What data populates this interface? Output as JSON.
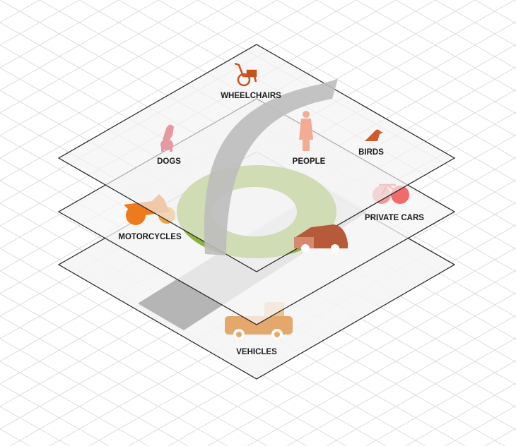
{
  "labels": {
    "wheelchairs": "WHEELCHAIRS",
    "dogs": "DOGS",
    "people": "PEOPLE",
    "birds": "BIRDS",
    "motorcycles": "MOTORCYCLES",
    "private_cars": "PRIVATE CARS",
    "vehicles": "VEHICLES"
  },
  "colors": {
    "green_ring": "#8db23f",
    "road": "#b5b5b5",
    "wheelchair": "#c4531f",
    "dog": "#e49a9e",
    "people": "#f4ab94",
    "bird": "#cf5a2e",
    "motorcycle": "#ee7a1d",
    "bike": "#f26b6b",
    "car": "#a0472a",
    "truck": "#e5a86c"
  }
}
